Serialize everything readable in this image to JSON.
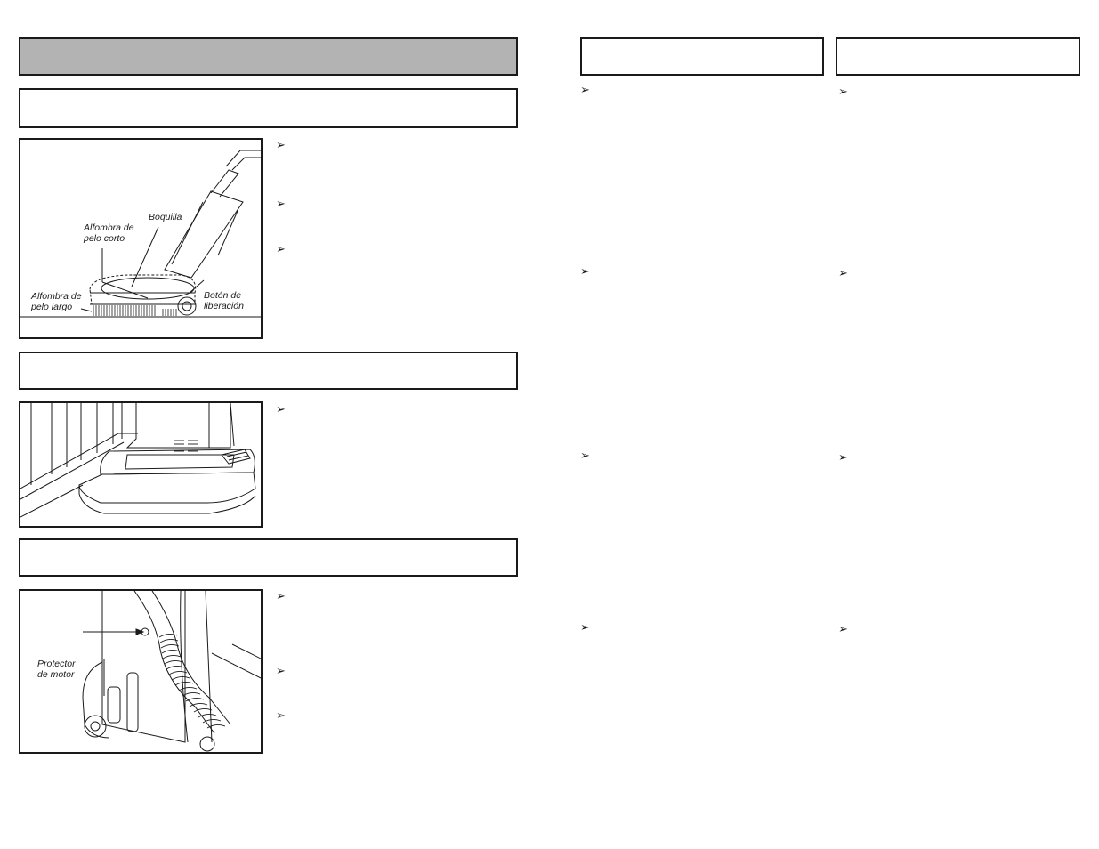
{
  "page": {
    "header_bar_title": "",
    "section_titles": [
      "",
      "",
      ""
    ],
    "column_titles": [
      "",
      ""
    ]
  },
  "figure1": {
    "labels": {
      "boquilla": "Boquilla",
      "short_carpet": "Alfombra de\npelo corto",
      "long_carpet": "Alfombra de\npelo largo",
      "release_button": "Botón de\nliberación"
    }
  },
  "figure3": {
    "labels": {
      "motor_protector": "Protector\nde motor"
    }
  },
  "bullet_glyph": "➢",
  "colors": {
    "border": "#1a1a1a",
    "header_fill": "#b3b3b3",
    "background": "#ffffff"
  }
}
